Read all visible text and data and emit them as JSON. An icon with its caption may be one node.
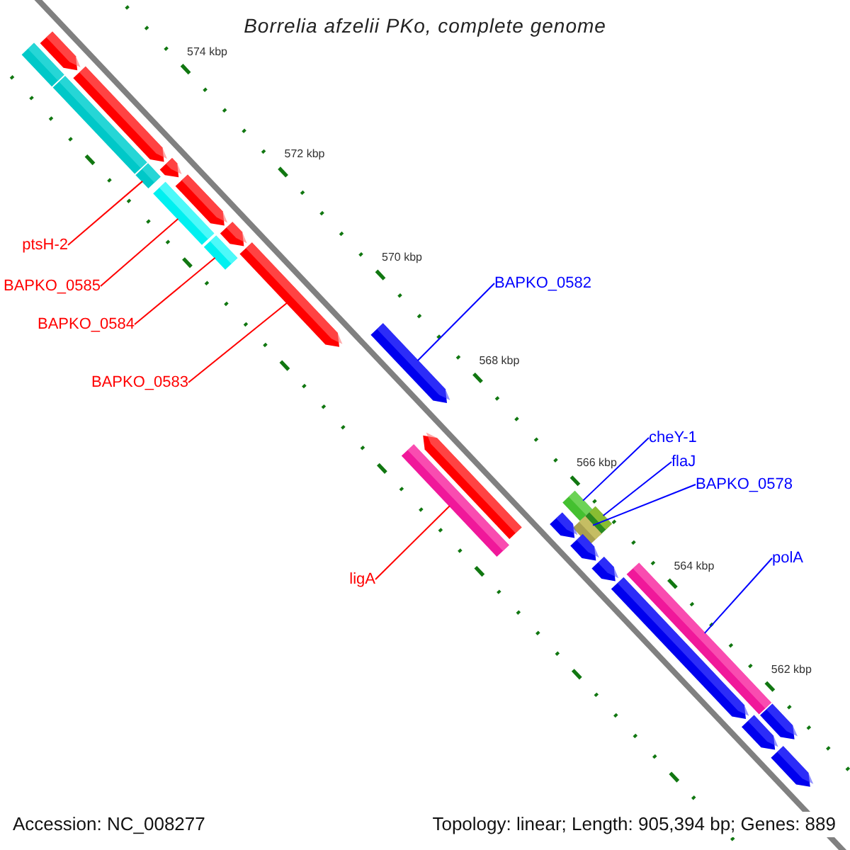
{
  "diagram": {
    "title": "Borrelia afzelii PKo, complete genome",
    "nodes": [
      {
        "text": [
          "ptsH-2"
        ]
      },
      {
        "text": [
          "BAPKO_0582"
        ]
      },
      {
        "text": [
          "BAPKO_0585"
        ]
      },
      {
        "text": [
          "BAPKO_0584"
        ]
      },
      {
        "text": [
          "BAPKO_0583"
        ]
      },
      {
        "text": [
          "cheY-1"
        ]
      },
      {
        "text": [
          "flaJ"
        ]
      },
      {
        "text": [
          "BAPKO_0578"
        ]
      },
      {
        "text": [
          "polA"
        ]
      },
      {
        "text": [
          "ligA"
        ]
      },
      {
        "text": [],
        "shape": "bar"
      },
      {
        "text": [],
        "shape": "bar"
      },
      {
        "text": [],
        "shape": "bar"
      },
      {
        "text": [],
        "shape": "bar"
      },
      {
        "text": [],
        "shape": "bar"
      },
      {
        "text": [],
        "shape": "bar"
      },
      {
        "text": [],
        "shape": "bar"
      },
      {
        "text": [],
        "shape": "bar"
      },
      {
        "text": [],
        "shape": "bar"
      },
      {
        "text": [],
        "shape": "bar"
      },
      {
        "text": [],
        "shape": "bar"
      },
      {
        "text": [],
        "shape": "bar"
      },
      {
        "text": [],
        "shape": "bar"
      },
      {
        "text": [],
        "shape": "bar"
      },
      {
        "text": [],
        "shape": "bar"
      },
      {
        "text": [],
        "shape": "bar"
      },
      {
        "text": [],
        "shape": "bar"
      },
      {
        "text": [],
        "shape": "bar"
      },
      {
        "text": [],
        "shape": "bar"
      },
      {
        "text": [],
        "shape": "bar"
      },
      {
        "text": [],
        "shape": "bar"
      },
      {
        "text": [],
        "shape": "bar"
      },
      {
        "text": [],
        "shape": "bar"
      },
      {
        "text": [],
        "shape": "bar"
      },
      {
        "text": [],
        "shape": "bar"
      }
    ],
    "edges": [
      {
        "from": 0,
        "to": 10,
        "arrow": "none"
      },
      {
        "from": 1,
        "to": 11,
        "arrow": "none",
        "color": "#0000ff"
      },
      {
        "from": 2,
        "to": 12,
        "arrow": "none"
      },
      {
        "from": 3,
        "to": 13,
        "arrow": "none"
      },
      {
        "from": 4,
        "to": 14,
        "arrow": "none"
      },
      {
        "from": 5,
        "to": 15,
        "arrow": "none",
        "color": "#0000ff"
      },
      {
        "from": 6,
        "to": 16,
        "arrow": "none",
        "color": "#0000ff"
      },
      {
        "from": 7,
        "to": 17,
        "arrow": "none",
        "color": "#0000ff"
      },
      {
        "from": 8,
        "to": 18,
        "arrow": "none",
        "color": "#0000ff"
      },
      {
        "from": 9,
        "to": 19,
        "arrow": "none"
      }
    ],
    "labels": [
      "574 kbp",
      "572 kbp",
      "570 kbp",
      "568 kbp",
      "566 kbp",
      "564 kbp",
      "562 kbp",
      "Accession: NC_008277",
      "Topology: linear; Length: 905,394 bp; Genes: 889"
    ]
  }
}
